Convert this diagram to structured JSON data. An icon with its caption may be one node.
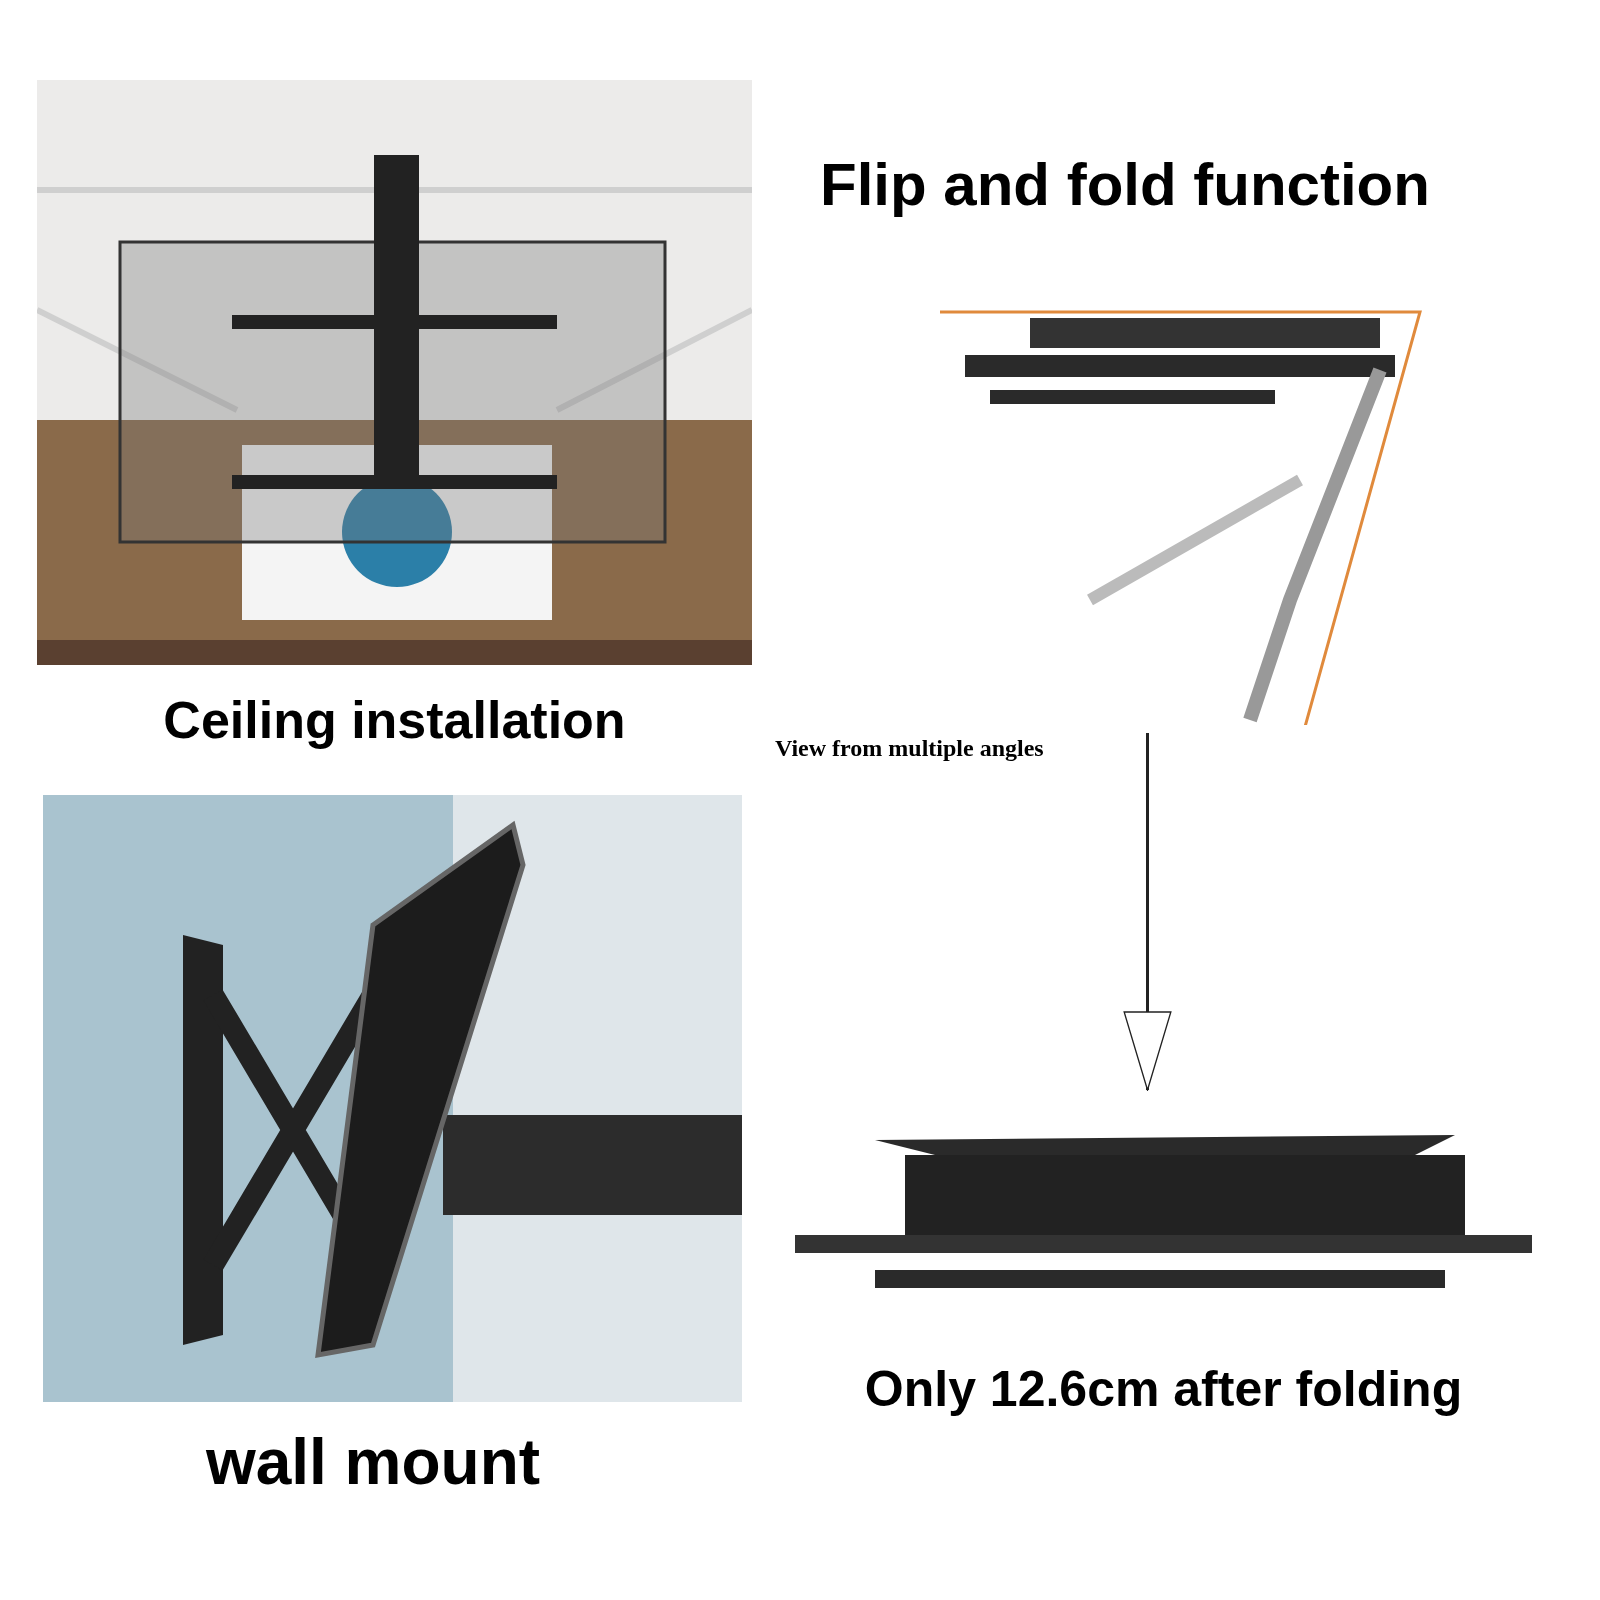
{
  "diagram": {
    "title": "Flip and fold function",
    "nodes": [
      {
        "text": [],
        "shape": "picture",
        "beside": [
          "Ceiling installation"
        ]
      },
      {
        "text": [],
        "shape": "picture",
        "beside": [
          "wall mount"
        ]
      },
      {
        "text": [],
        "shape": "picture",
        "beside": [
          "View from multiple angles"
        ]
      },
      {
        "text": [],
        "shape": "picture",
        "beside": [
          "Only 12.6cm after folding"
        ]
      }
    ],
    "edges": [
      {
        "from": 2,
        "to": 3,
        "arrow": "to"
      }
    ]
  }
}
